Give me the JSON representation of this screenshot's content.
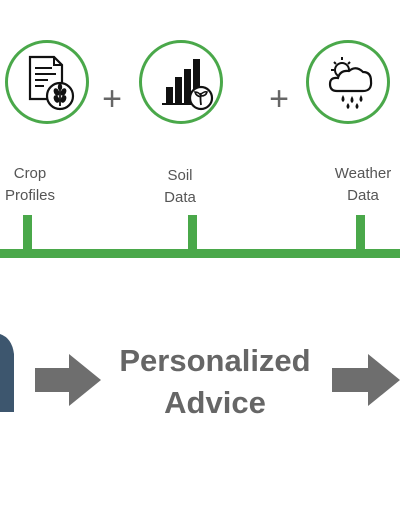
{
  "inputs": [
    {
      "line1": "Crop",
      "line2": "Profiles",
      "icon": "document-wheat-icon"
    },
    {
      "line1": "Soil",
      "line2": "Data",
      "icon": "bar-chart-sprout-icon"
    },
    {
      "line1": "Weather",
      "line2": "Data",
      "icon": "cloud-rain-sun-icon"
    }
  ],
  "operators": {
    "plus": "+"
  },
  "output": {
    "line1": "Personalized",
    "line2": "Advice"
  },
  "colors": {
    "accent_green": "#4aa84a",
    "text_gray": "#555555",
    "heading_gray": "#666666",
    "arrow_gray": "#6e6e6e",
    "partial_shape_blue": "#3d566e"
  }
}
